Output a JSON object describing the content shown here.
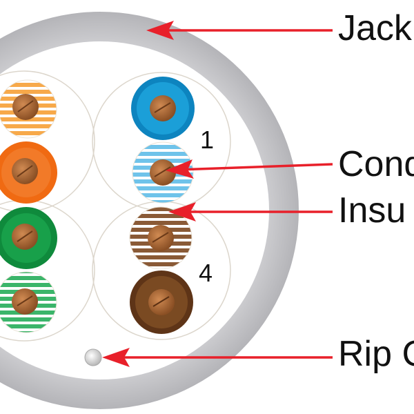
{
  "labels": {
    "jacket": "Jack",
    "conductor": "Cond",
    "insulation": "Insu",
    "ripcord": "Rip C"
  },
  "pair_numbers": {
    "pair1": "1",
    "pair4": "4"
  },
  "colors": {
    "jacket": "#c9c9cc",
    "jacket_core": "#ffffff",
    "arrow": "#e8202a",
    "orange": "#f06a12",
    "light_orange": "#f7a94a",
    "blue": "#1b9fd8",
    "light_blue": "#6fc3ea",
    "green": "#18a04a",
    "light_green": "#3bb56a",
    "brown": "#7a4a22",
    "light_brown": "#8a5a36",
    "copper": "#b06b3a"
  }
}
